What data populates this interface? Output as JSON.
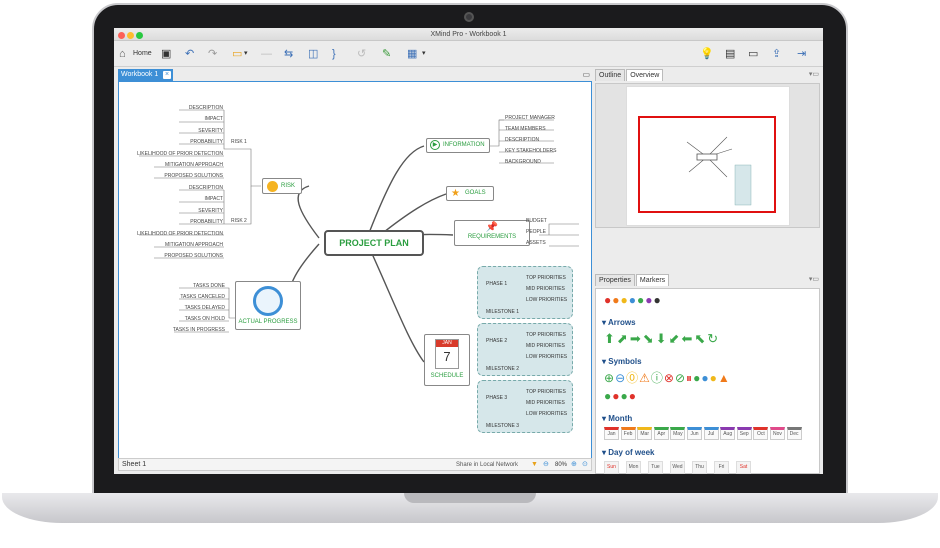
{
  "window": {
    "title": "XMind Pro - Workbook 1"
  },
  "toolbar": {
    "home_label": "Home"
  },
  "tabs": {
    "workbook": "Workbook 1"
  },
  "sheet": {
    "name": "Sheet 1",
    "share": "Share in Local Network",
    "zoom": "80%"
  },
  "panel_tabs": {
    "outline": "Outline",
    "overview": "Overview",
    "properties": "Properties",
    "markers": "Markers"
  },
  "sections": {
    "arrows": "Arrows",
    "symbols": "Symbols",
    "month": "Month",
    "day_of_week": "Day of week"
  },
  "months": [
    "Jan",
    "Feb",
    "Mar",
    "Apr",
    "May",
    "Jun",
    "Jul",
    "Aug",
    "Sep",
    "Oct",
    "Nov",
    "Dec"
  ],
  "days": [
    "Sun",
    "Mon",
    "Tue",
    "Wed",
    "Thu",
    "Fri",
    "Sat"
  ],
  "map": {
    "central": "PROJECT PLAN",
    "information": {
      "label": "INFORMATION",
      "items": [
        "PROJECT MANAGER",
        "TEAM MEMBERS",
        "DESCRIPTION",
        "KEY STAKEHOLDERS",
        "BACKGROUND"
      ]
    },
    "goals": {
      "label": "GOALS"
    },
    "requirements": {
      "label": "REQUIREMENTS",
      "items": [
        "BUDGET",
        "PEOPLE",
        "ASSETS"
      ]
    },
    "risk": {
      "label": "RISK",
      "risk1": "RISK 1",
      "risk2": "RISK 2",
      "risk_items": [
        "DESCRIPTION",
        "IMPACT",
        "SEVERITY",
        "PROBABILITY",
        "LIKELIHOOD OF PRIOR DETECTION",
        "MITIGATION APPROACH",
        "PROPOSED SOLUTIONS"
      ]
    },
    "actual_progress": {
      "label": "ACTUAL PROGRESS",
      "items": [
        "TASKS DONE",
        "TASKS CANCELED",
        "TASKS DELAYED",
        "TASKS ON HOLD",
        "TASKS IN PROGRESS"
      ]
    },
    "schedule": {
      "label": "SCHEDULE",
      "cal_month": "JAN",
      "cal_day": "7",
      "phases": [
        "PHASE 1",
        "PHASE 2",
        "PHASE 3"
      ],
      "milestones": [
        "MILESTONE 1",
        "MILESTONE 2",
        "MILESTONE 3"
      ],
      "priorities": [
        "TOP PRIORITIES",
        "MID PRIORITIES",
        "LOW PRIORITIES"
      ]
    }
  },
  "colors": {
    "accent": "#3d8fd6",
    "central_border": "#555555",
    "central_text": "#2a9d3f",
    "boundary": "#d6e7ea"
  }
}
